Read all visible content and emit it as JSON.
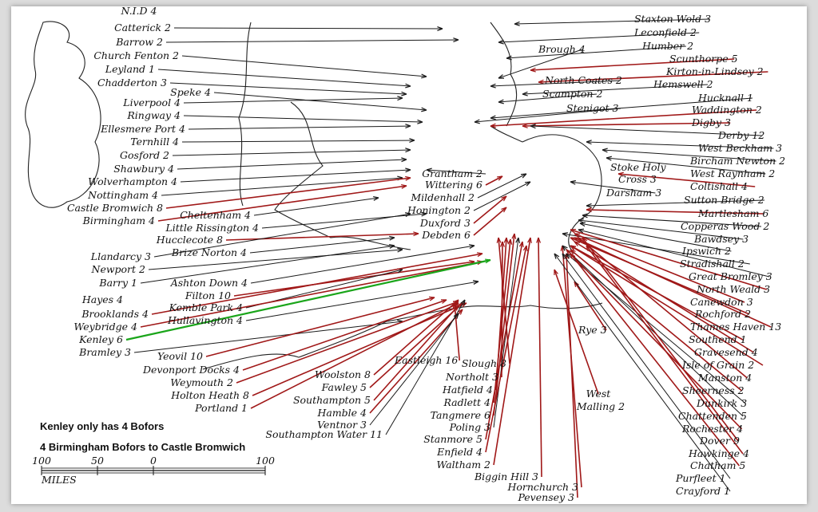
{
  "notes": {
    "line1": "Kenley only has 4 Bofors",
    "line2": "4 Birmingham Bofors to Castle Bromwich"
  },
  "scale": {
    "ticks": [
      "100",
      "50",
      "0",
      "100"
    ],
    "unit": "MILES"
  },
  "colors": {
    "black": "#1a1a1a",
    "red": "#a01818",
    "green": "#1aa51a"
  },
  "top_cut_label": "N.I.D 4",
  "left_labels": [
    {
      "text": "Catterick 2",
      "color": "black"
    },
    {
      "text": "Barrow 2",
      "color": "black"
    },
    {
      "text": "Church Fenton 2",
      "color": "black"
    },
    {
      "text": "Leyland 1",
      "color": "black"
    },
    {
      "text": "Chadderton 3",
      "color": "black"
    },
    {
      "text": "Speke 4",
      "color": "black"
    },
    {
      "text": "Liverpool 4",
      "color": "black"
    },
    {
      "text": "Ringway 4",
      "color": "black"
    },
    {
      "text": "Ellesmere Port 4",
      "color": "black"
    },
    {
      "text": "Ternhill 4",
      "color": "black"
    },
    {
      "text": "Gosford 2",
      "color": "black"
    },
    {
      "text": "Shawbury 4",
      "color": "black"
    },
    {
      "text": "Wolverhampton 4",
      "color": "black"
    },
    {
      "text": "Nottingham 4",
      "color": "black"
    },
    {
      "text": "Castle Bromwich 8",
      "color": "red"
    },
    {
      "text": "Birmingham 4",
      "color": "red"
    },
    {
      "text": "Cheltenham 4",
      "color": "black"
    },
    {
      "text": "Little Rissington 4",
      "color": "black"
    },
    {
      "text": "Hucclecote 8",
      "color": "red"
    },
    {
      "text": "Brize Norton 4",
      "color": "black"
    },
    {
      "text": "Llandarcy 3",
      "color": "black"
    },
    {
      "text": "Newport 2",
      "color": "black"
    },
    {
      "text": "Barry 1",
      "color": "black"
    },
    {
      "text": "Ashton Down 4",
      "color": "black"
    },
    {
      "text": "Filton 10",
      "color": "red"
    },
    {
      "text": "Kemble Park 4",
      "color": "black"
    },
    {
      "text": "Hullavington 4",
      "color": "black"
    },
    {
      "text": "Hayes 4",
      "color": "black"
    },
    {
      "text": "Brooklands 4",
      "color": "red"
    },
    {
      "text": "Weybridge 4",
      "color": "red"
    },
    {
      "text": "Kenley 6",
      "color": "green"
    },
    {
      "text": "Bramley 3",
      "color": "black"
    },
    {
      "text": "Yeovil 10",
      "color": "red"
    },
    {
      "text": "Devonport Docks 4",
      "color": "red"
    },
    {
      "text": "Weymouth 2",
      "color": "red"
    },
    {
      "text": "Holton Heath 8",
      "color": "red"
    },
    {
      "text": "Portland 1",
      "color": "red"
    }
  ],
  "middle_labels": [
    {
      "text": "Grantham 2",
      "color": "black"
    },
    {
      "text": "Wittering 6",
      "color": "red"
    },
    {
      "text": "Mildenhall 2",
      "color": "black"
    },
    {
      "text": "Honington 2",
      "color": "black"
    },
    {
      "text": "Duxford 3",
      "color": "red"
    },
    {
      "text": "Debden 6",
      "color": "red"
    },
    {
      "text": "Eastleigh 16",
      "color": "red"
    },
    {
      "text": "Woolston 8",
      "color": "red"
    },
    {
      "text": "Fawley 5",
      "color": "red"
    },
    {
      "text": "Southampton 5",
      "color": "red"
    },
    {
      "text": "Hamble 4",
      "color": "red"
    },
    {
      "text": "Ventnor 3",
      "color": "black"
    },
    {
      "text": "Southampton Water 11",
      "color": "black"
    },
    {
      "text": "Slough 8",
      "color": "red"
    },
    {
      "text": "Northolt 3",
      "color": "red"
    },
    {
      "text": "Hatfield 4",
      "color": "red"
    },
    {
      "text": "Radlett 4",
      "color": "red"
    },
    {
      "text": "Tangmere 6",
      "color": "red"
    },
    {
      "text": "Poling 3",
      "color": "black"
    },
    {
      "text": "Stanmore 5",
      "color": "red"
    },
    {
      "text": "Enfield 4",
      "color": "red"
    },
    {
      "text": "Waltham 2",
      "color": "red"
    },
    {
      "text": "Biggin Hill 3",
      "color": "red"
    },
    {
      "text": "Hornchurch 3",
      "color": "red"
    },
    {
      "text": "Pevensey 3",
      "color": "red"
    },
    {
      "text": "Rye 3",
      "color": "red"
    },
    {
      "text": "West",
      "color": "red"
    },
    {
      "text": "Malling 2",
      "color": "red"
    }
  ],
  "right_labels": [
    {
      "text": "Staxton Wold 3",
      "color": "black"
    },
    {
      "text": "Leconfield 2",
      "color": "black"
    },
    {
      "text": "Brough 4",
      "color": "black"
    },
    {
      "text": "Humber 2",
      "color": "black"
    },
    {
      "text": "Scunthorpe 5",
      "color": "red"
    },
    {
      "text": "Kirton-in-Lindsey 2",
      "color": "red"
    },
    {
      "text": "Hemswell 2",
      "color": "black"
    },
    {
      "text": "North Coates 2",
      "color": "black"
    },
    {
      "text": "Scampton 2",
      "color": "black"
    },
    {
      "text": "Hucknall 1",
      "color": "black"
    },
    {
      "text": "Stenigot 3",
      "color": "black"
    },
    {
      "text": "Waddington 2",
      "color": "red"
    },
    {
      "text": "Digby 3",
      "color": "red"
    },
    {
      "text": "Derby 12",
      "color": "black"
    },
    {
      "text": "West Beckham 3",
      "color": "black"
    },
    {
      "text": "Bircham Newton 2",
      "color": "black"
    },
    {
      "text": "West Raynham 2",
      "color": "black"
    },
    {
      "text": "Coltishall 4",
      "color": "red"
    },
    {
      "text": "Stoke Holy",
      "color": "black"
    },
    {
      "text": "Cross 3",
      "color": "black"
    },
    {
      "text": "Darsham 3",
      "color": "black"
    },
    {
      "text": "Sutton Bridge 2",
      "color": "black"
    },
    {
      "text": "Martlesham 6",
      "color": "red"
    },
    {
      "text": "Copperas Wood 2",
      "color": "black"
    },
    {
      "text": "Bawdsey 3",
      "color": "black"
    },
    {
      "text": "Ipswich 2",
      "color": "black"
    },
    {
      "text": "Stradishall 2",
      "color": "black"
    },
    {
      "text": "Great Bromley 3",
      "color": "black"
    },
    {
      "text": "North Weald 3",
      "color": "red"
    },
    {
      "text": "Canewdon 3",
      "color": "red"
    },
    {
      "text": "Rochford 2",
      "color": "red"
    },
    {
      "text": "Thames Haven 13",
      "color": "red"
    },
    {
      "text": "Southend 1",
      "color": "red"
    },
    {
      "text": "Gravesend 4",
      "color": "red"
    },
    {
      "text": "Isle of Grain 2",
      "color": "red"
    },
    {
      "text": "Manston 4",
      "color": "red"
    },
    {
      "text": "Sheerness 2",
      "color": "red"
    },
    {
      "text": "Dunkirk 3",
      "color": "black"
    },
    {
      "text": "Chattenden 5",
      "color": "black"
    },
    {
      "text": "Rochester 4",
      "color": "red"
    },
    {
      "text": "Dover 9",
      "color": "red"
    },
    {
      "text": "Hawkinge 4",
      "color": "red"
    },
    {
      "text": "Chatham 5",
      "color": "red"
    },
    {
      "text": "Purfleet 1",
      "color": "black"
    },
    {
      "text": "Crayford 1",
      "color": "black"
    }
  ]
}
